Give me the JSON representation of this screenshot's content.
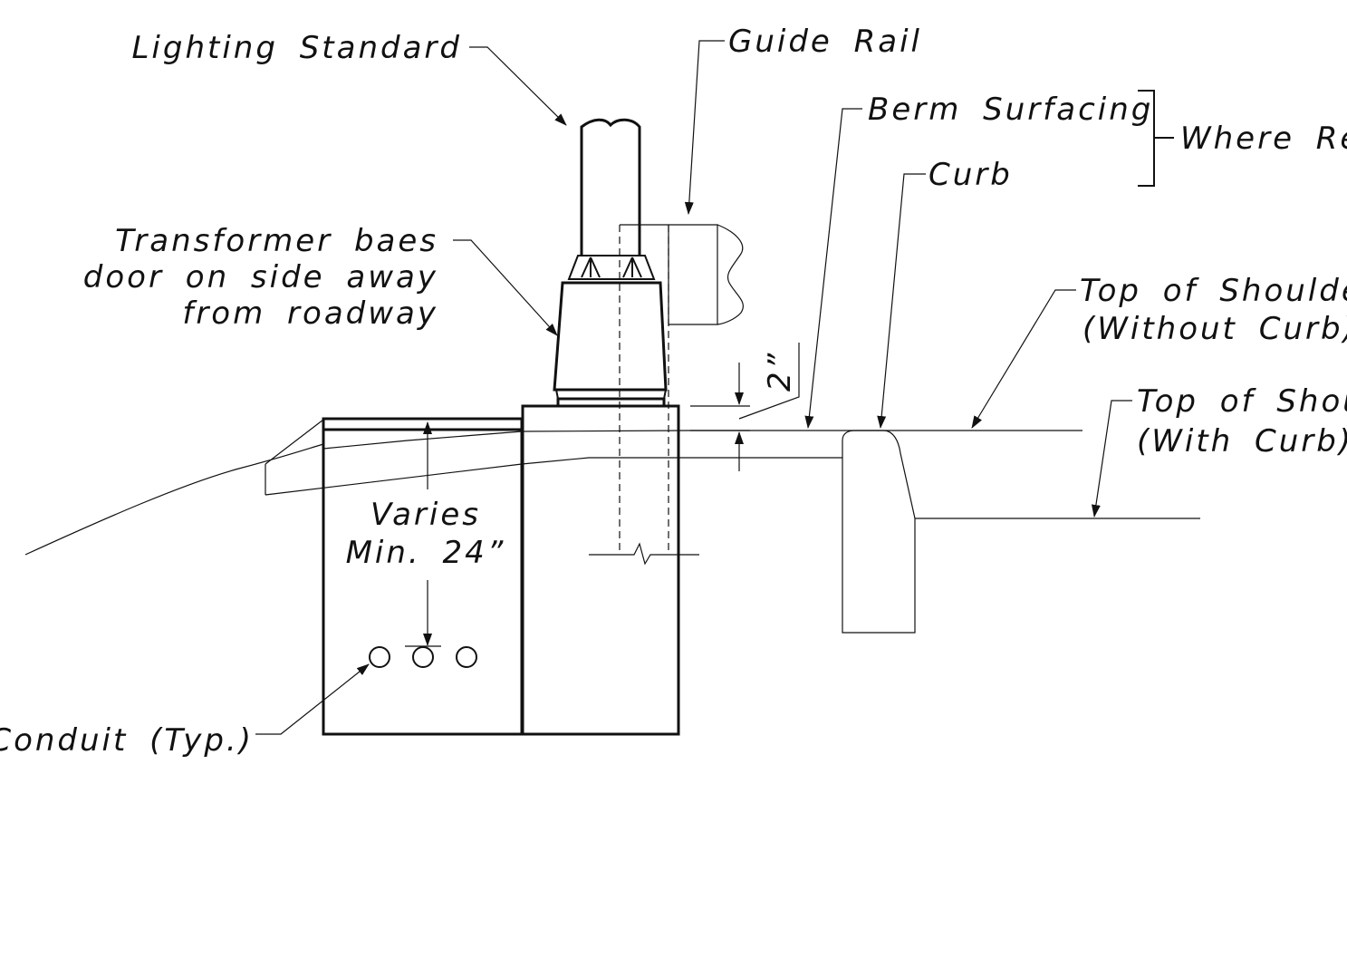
{
  "labels": {
    "lighting_standard": "Lighting Standard",
    "guide_rail": "Guide Rail",
    "berm_surfacing": "Berm Surfacing",
    "where_re": "Where Re",
    "curb": "Curb",
    "transformer_line1": "Transformer baes",
    "transformer_line2": "door on side away",
    "transformer_line3": "from roadway",
    "top_shoulder_without_line1": "Top of Shoulder",
    "top_shoulder_without_line2": "(Without Curb)",
    "top_shoulder_with_line1": "Top of Shou",
    "top_shoulder_with_line2": "(With Curb)",
    "dimension_2in": "2”",
    "varies_line1": "Varies",
    "varies_line2": "Min. 24”",
    "conduit": "Conduit (Typ.)"
  },
  "colors": {
    "line": "#111111",
    "background": "#ffffff"
  }
}
